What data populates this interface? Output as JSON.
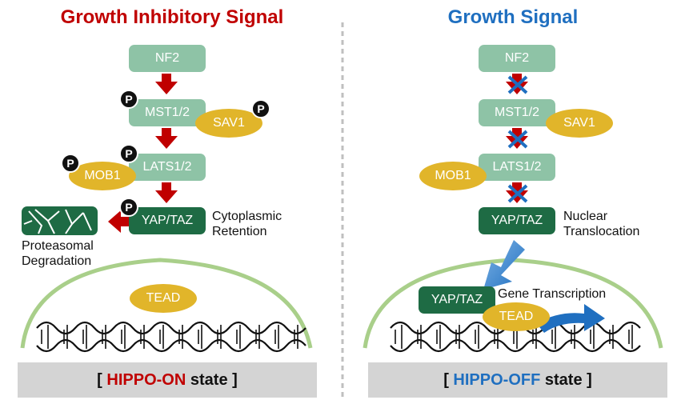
{
  "left": {
    "title": "Growth Inhibitory Signal",
    "title_color": "#c00000",
    "nodes": {
      "nf2": "NF2",
      "mst": "MST1/2",
      "sav": "SAV1",
      "lats": "LATS1/2",
      "mob": "MOB1",
      "yap": "YAP/TAZ",
      "tead": "TEAD"
    },
    "phospho_label": "P",
    "cytoplasmic_line1": "Cytoplasmic",
    "cytoplasmic_line2": "Retention",
    "proteasomal_line1": "Proteasomal",
    "proteasomal_line2": "Degradation",
    "state_bracket_open": "[",
    "state_name": "HIPPO-ON",
    "state_word": "state",
    "state_bracket_close": "]"
  },
  "right": {
    "title": "Growth Signal",
    "title_color": "#1f6fc0",
    "nodes": {
      "nf2": "NF2",
      "mst": "MST1/2",
      "sav": "SAV1",
      "lats": "LATS1/2",
      "mob": "MOB1",
      "yap": "YAP/TAZ",
      "yap_nucleus": "YAP/TAZ",
      "tead": "TEAD"
    },
    "nuclear_line1": "Nuclear",
    "nuclear_line2": "Translocation",
    "gene_transcription": "Gene Transcription",
    "state_bracket_open": "[",
    "state_name": "HIPPO-OFF",
    "state_word": "state",
    "state_bracket_close": "]"
  },
  "colors": {
    "light_node": "#8ec3a6",
    "dark_node": "#1e6b44",
    "oval": "#e1b52a",
    "arrow_red": "#c00000",
    "cross_blue": "#1f6fc0",
    "nucleus": "#a9cf8a",
    "state_bar": "#d4d4d4"
  },
  "icons": [
    "phospho-icon",
    "proteasome-icon",
    "dna-helix-icon",
    "blocked-arrow-icon",
    "translocation-arrow-icon",
    "transcription-arrow-icon"
  ]
}
